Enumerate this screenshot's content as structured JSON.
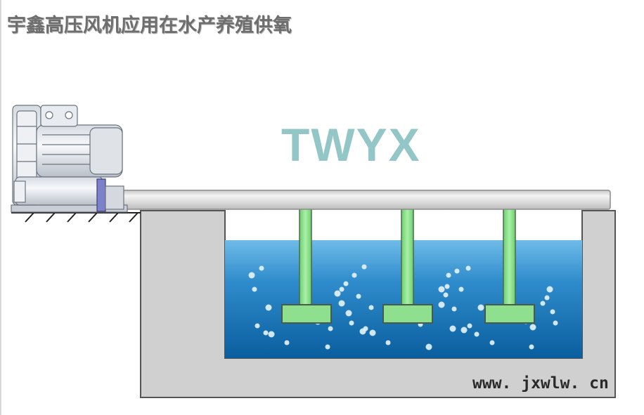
{
  "header": {
    "title": "宇鑫高压风机应用在水产养殖供氧"
  },
  "diagram": {
    "brand_mark": "TWYX",
    "website": "www. jxwlw. cn",
    "components": {
      "blower": "blower-icon",
      "air_pipe": "horizontal air pipe",
      "tank": "concrete tank",
      "water": "water",
      "diffusers": [
        "diffuser-1",
        "diffuser-2",
        "diffuser-3"
      ]
    },
    "colors": {
      "title": "#6e6e6e",
      "brand": "#93c6c6",
      "tank": "#d0d0d0",
      "water_top": "#5aaee0",
      "water_bottom": "#0a63a4",
      "diffuser": "#8ee08e",
      "pipe": "#e2e2e2"
    }
  }
}
